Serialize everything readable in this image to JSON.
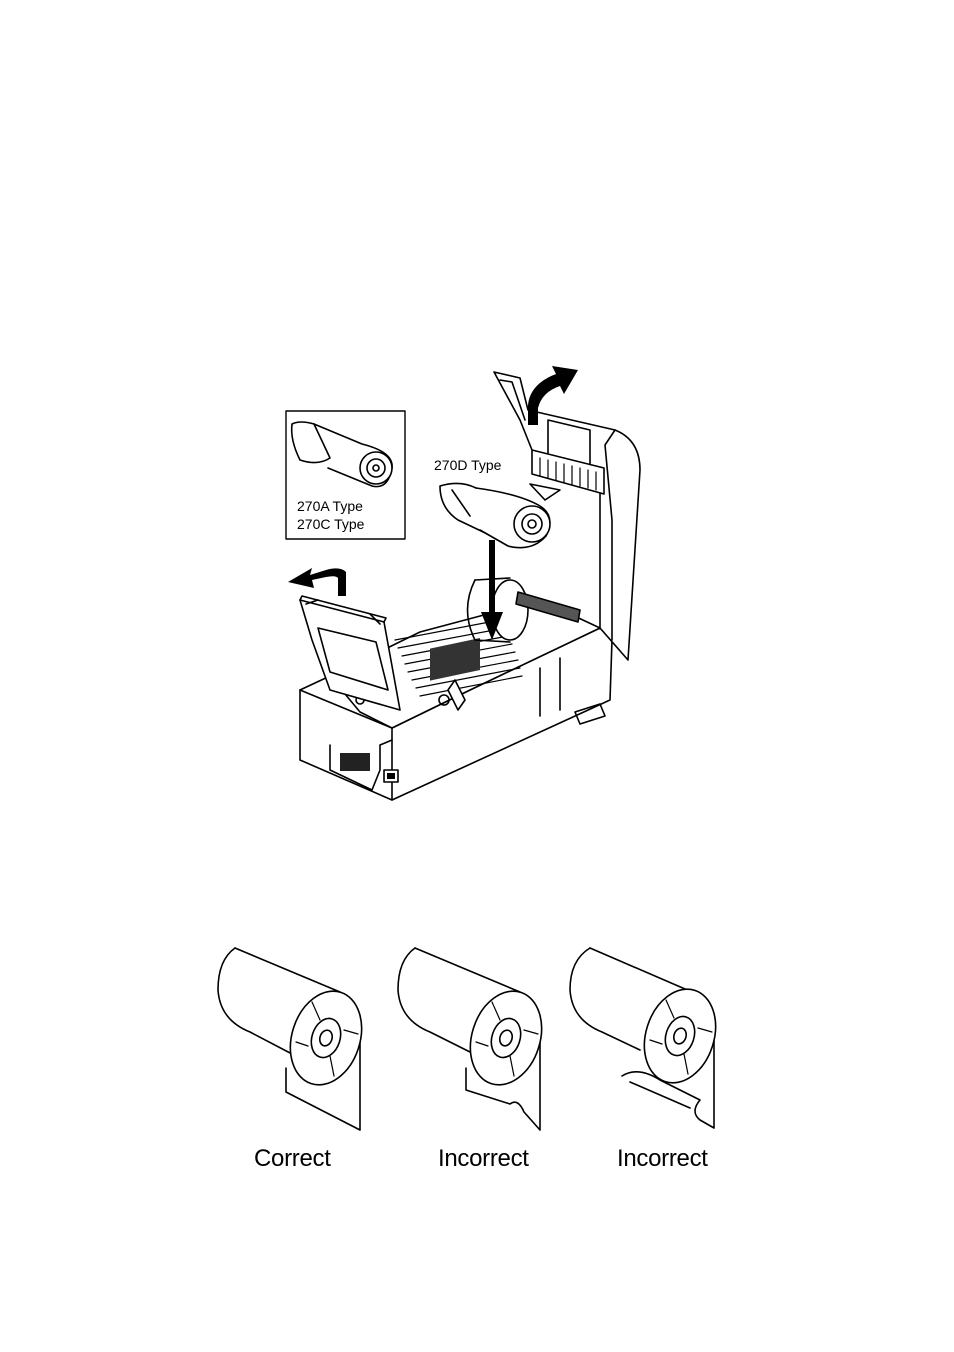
{
  "figure_top": {
    "inset_labels": [
      "270A Type",
      "270C Type"
    ],
    "roll_label": "270D Type"
  },
  "rolls": [
    {
      "caption": "Correct"
    },
    {
      "caption": "Incorrect"
    },
    {
      "caption": "Incorrect"
    }
  ]
}
